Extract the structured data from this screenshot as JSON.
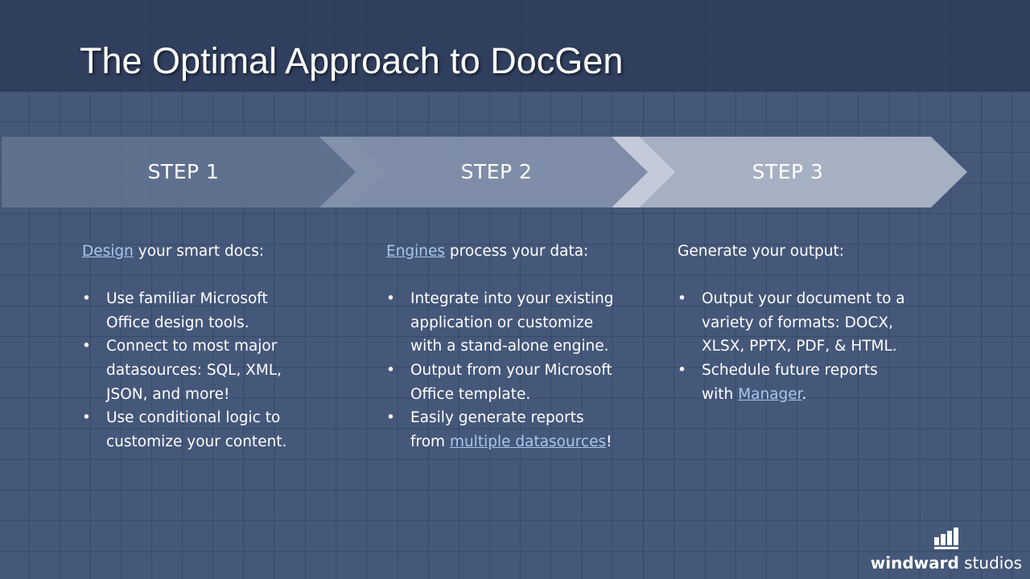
{
  "slide": {
    "title": "The Optimal Approach to DocGen"
  },
  "steps": [
    {
      "label": "STEP 1"
    },
    {
      "label": "STEP 2"
    },
    {
      "label": "STEP 3"
    }
  ],
  "columns": [
    {
      "intro_link": "Design",
      "intro_text": " your smart docs:",
      "bullets": [
        {
          "text": "Use familiar Microsoft Office design tools."
        },
        {
          "text": "Connect to most major datasources: SQL, XML, JSON, and more!"
        },
        {
          "text": "Use conditional logic to customize your content."
        }
      ]
    },
    {
      "intro_link": "Engines",
      "intro_text": " process your data:",
      "bullets": [
        {
          "text": "Integrate into your existing application or customize with a stand-alone engine."
        },
        {
          "text": "Output from your Microsoft Office template."
        },
        {
          "text": "Easily generate reports from ",
          "link": "multiple datasources",
          "after": "!"
        }
      ]
    },
    {
      "intro_text": "Generate your output:",
      "bullets": [
        {
          "text": "Output your document to a variety of formats: DOCX, XLSX, PPTX, PDF, & HTML."
        },
        {
          "text": "Schedule future reports with ",
          "link": "Manager",
          "after": "."
        }
      ]
    }
  ],
  "bullet_char": "•",
  "logo": {
    "brand_bold": "windward",
    "brand_light": " studios",
    "icon": "bar-chart-logo-icon"
  }
}
